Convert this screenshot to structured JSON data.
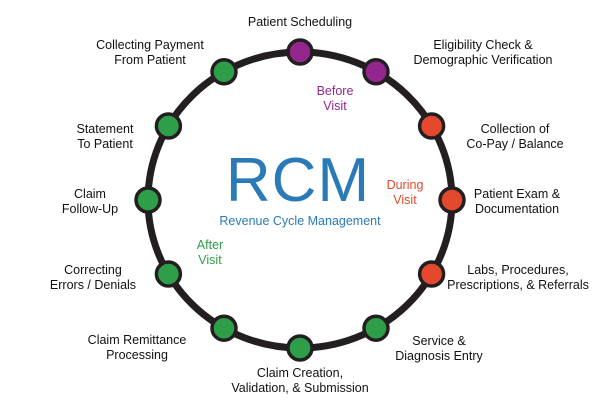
{
  "center": {
    "title": "RCM",
    "subtitle": "Revenue Cycle Management"
  },
  "colors": {
    "ring": "#231f20",
    "before_visit": "#93278f",
    "during_visit": "#e2492d",
    "after_visit": "#2e9e48",
    "center_text": "#2a7ab8"
  },
  "phases": {
    "before": "Before\nVisit",
    "during": "During\nVisit",
    "after": "After\nVisit"
  },
  "stages": [
    {
      "label": "Patient Scheduling",
      "phase": "before"
    },
    {
      "label": "Eligibility Check &\nDemographic Verification",
      "phase": "before"
    },
    {
      "label": "Collection of\nCo-Pay / Balance",
      "phase": "during"
    },
    {
      "label": "Patient Exam &\nDocumentation",
      "phase": "during"
    },
    {
      "label": "Labs, Procedures,\nPrescriptions, & Referrals",
      "phase": "during"
    },
    {
      "label": "Service &\nDiagnosis Entry",
      "phase": "after"
    },
    {
      "label": "Claim Creation,\nValidation, & Submission",
      "phase": "after"
    },
    {
      "label": "Claim Remittance\nProcessing",
      "phase": "after"
    },
    {
      "label": "Correcting\nErrors / Denials",
      "phase": "after"
    },
    {
      "label": "Claim\nFollow-Up",
      "phase": "after"
    },
    {
      "label": "Statement\nTo Patient",
      "phase": "after"
    },
    {
      "label": "Collecting Payment\nFrom Patient",
      "phase": "after"
    }
  ]
}
